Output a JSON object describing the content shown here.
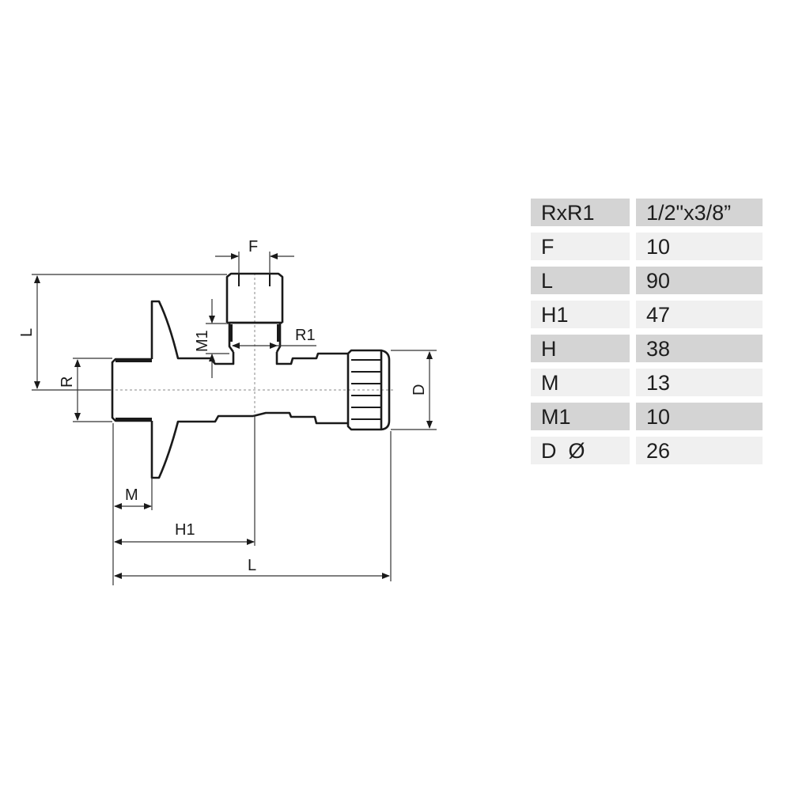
{
  "drawing": {
    "title": "Angle valve dimension drawing",
    "labels": {
      "F": "F",
      "L_vertical": "L",
      "M1": "M1",
      "R1": "R1",
      "R": "R",
      "D": "D",
      "M": "M",
      "H1": "H1",
      "L_horizontal": "L"
    },
    "colors": {
      "line": "#1a1a1a",
      "dim_line": "#333333",
      "center_line": "#888888"
    }
  },
  "table": {
    "colors": {
      "dark_row": "#d4d4d4",
      "light_row": "#f0f0f0",
      "text": "#1e1e1e"
    },
    "rows": [
      {
        "param": "RxR1",
        "value": "1/2\"x3/8”"
      },
      {
        "param": "F",
        "value": "10"
      },
      {
        "param": "L",
        "value": "90"
      },
      {
        "param": "H1",
        "value": "47"
      },
      {
        "param": "H",
        "value": "38"
      },
      {
        "param": "M",
        "value": "13"
      },
      {
        "param": "M1",
        "value": "10"
      },
      {
        "param": "D  Ø",
        "value": "26"
      }
    ]
  }
}
